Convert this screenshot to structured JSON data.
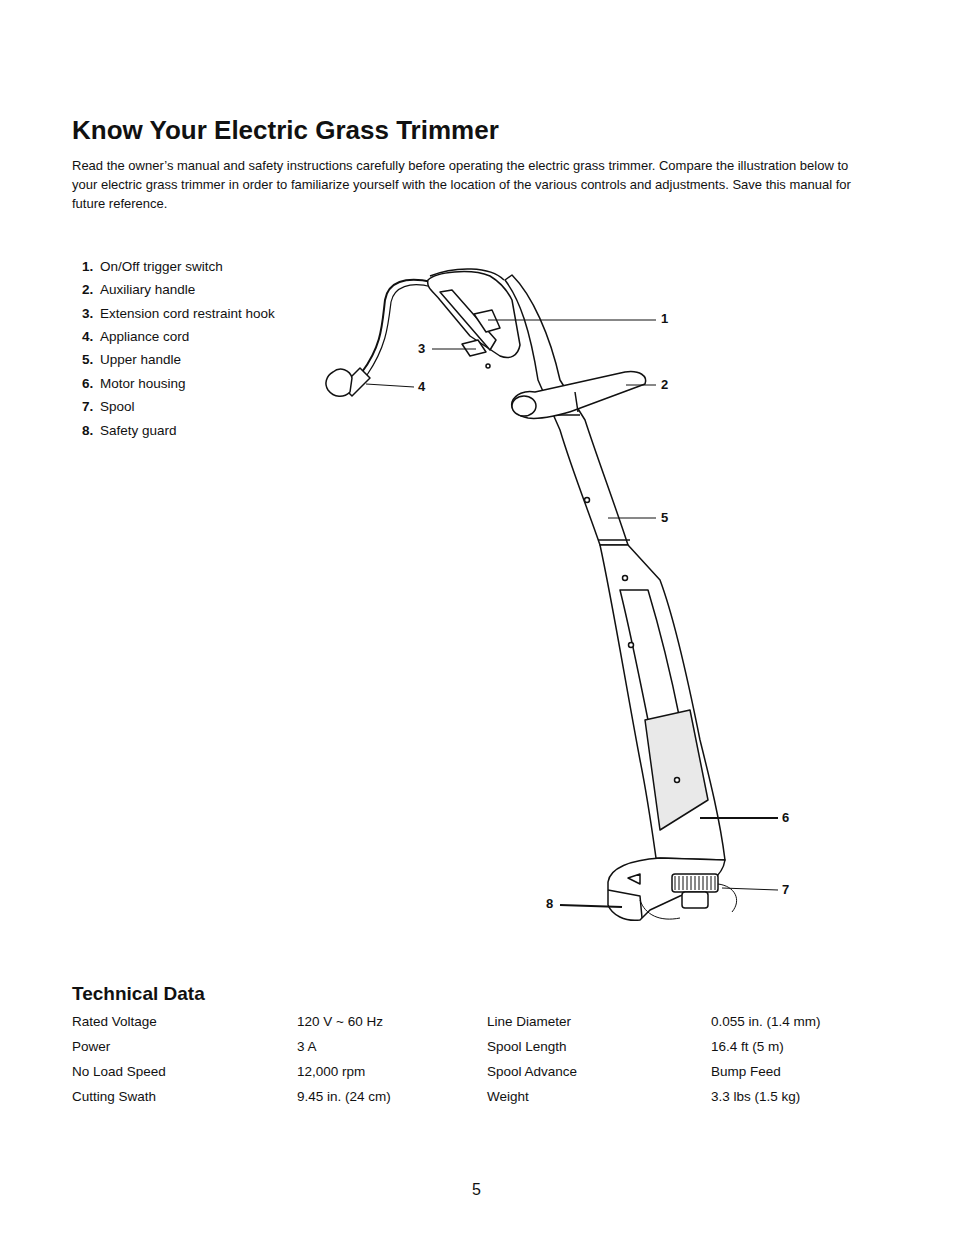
{
  "diagram": {
    "title": "Know Your Electric Grass Trimmer",
    "labels": [
      "Read the owner’s manual and safety instructions carefully before operating the electric grass trimmer. Compare the illustration below to your electric grass trimmer in order to familiarize yourself with the location of the various controls and adjustments. Save this manual for future reference.",
      "1.",
      "On/Off trigger switch",
      "2.",
      "Auxiliary handle",
      "3.",
      "Extension cord restraint hook",
      "4.",
      "Appliance cord",
      "5.",
      "Upper handle",
      "6.",
      "Motor housing",
      "7.",
      "Spool",
      "8.",
      "Safety guard",
      "1",
      "2",
      "3",
      "4",
      "5",
      "6",
      "7",
      "8",
      "Technical Data",
      "Rated Voltage",
      "120 V ~ 60 Hz",
      "Line Diameter",
      "0.055 in. (1.4 mm)",
      "Power",
      "3 A",
      "Spool Length",
      "16.4 ft (5 m)",
      "No Load Speed",
      "12,000 rpm",
      "Spool Advance",
      "Bump Feed",
      "Cutting Swath",
      "9.45 in. (24 cm)",
      "Weight",
      "3.3 lbs (1.5 kg)",
      "5"
    ]
  }
}
